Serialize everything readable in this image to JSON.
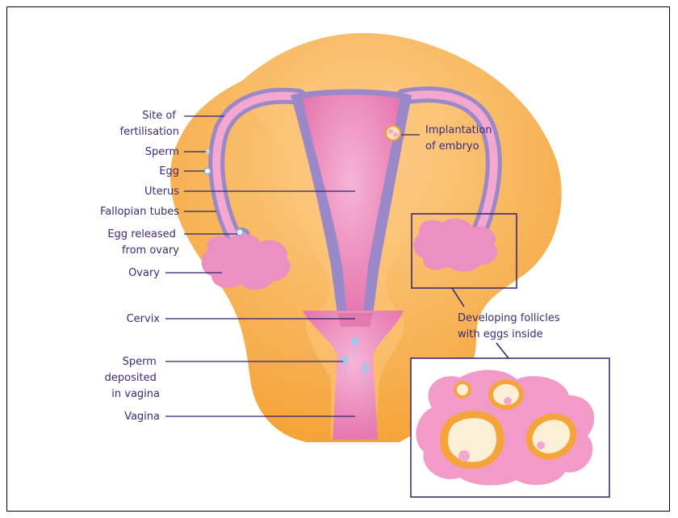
{
  "labels": {
    "site_of_fertilisation": [
      "Site of",
      "fertilisation"
    ],
    "sperm": "Sperm",
    "egg": "Egg",
    "uterus": "Uterus",
    "fallopian_tubes": "Fallopian tubes",
    "egg_released": [
      "Egg released",
      "from ovary"
    ],
    "ovary": "Ovary",
    "cervix": "Cervix",
    "sperm_deposited": [
      "Sperm",
      "deposited",
      "in vagina"
    ],
    "vagina": "Vagina",
    "implantation": [
      "Implantation",
      "of embryo"
    ],
    "developing_follicles": [
      "Developing follicles",
      "with eggs inside"
    ]
  },
  "colors": {
    "outer_wall": "#f7b04a",
    "outer_wall_light": "#fbc879",
    "inner_pink": "#e87fb7",
    "inner_pink_light": "#f4a8cf",
    "tube_purple": "#9b88c9",
    "label_text": "#3d2a78",
    "leader_line": "#2e2270",
    "follicle_cream": "#fbf0d6"
  }
}
